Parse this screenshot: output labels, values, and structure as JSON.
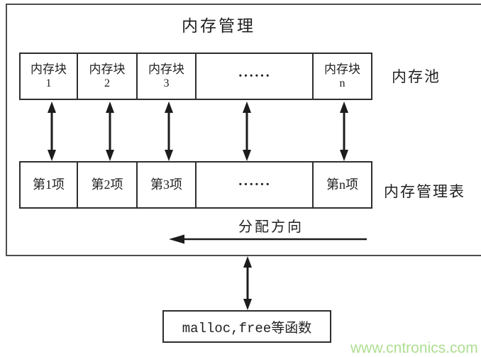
{
  "title": "内存管理",
  "pool": {
    "label": "内存池",
    "cells": [
      {
        "name": "内存块",
        "index": "1"
      },
      {
        "name": "内存块",
        "index": "2"
      },
      {
        "name": "内存块",
        "index": "3"
      },
      {
        "dots": "······"
      },
      {
        "name": "内存块",
        "index": "n"
      }
    ]
  },
  "table": {
    "label": "内存管理表",
    "cells": [
      {
        "text": "第1项"
      },
      {
        "text": "第2项"
      },
      {
        "text": "第3项"
      },
      {
        "dots": "······"
      },
      {
        "text": "第n项"
      }
    ]
  },
  "allocation_direction": {
    "label": "分配方向"
  },
  "function_box": {
    "label": "malloc,free等函数"
  },
  "watermark": {
    "text": "www.cntronics.com"
  },
  "colors": {
    "line": "#2e2e2e",
    "outer_border": "#4d4d4d",
    "watermark": "#aede92",
    "background": "#ffffff"
  }
}
